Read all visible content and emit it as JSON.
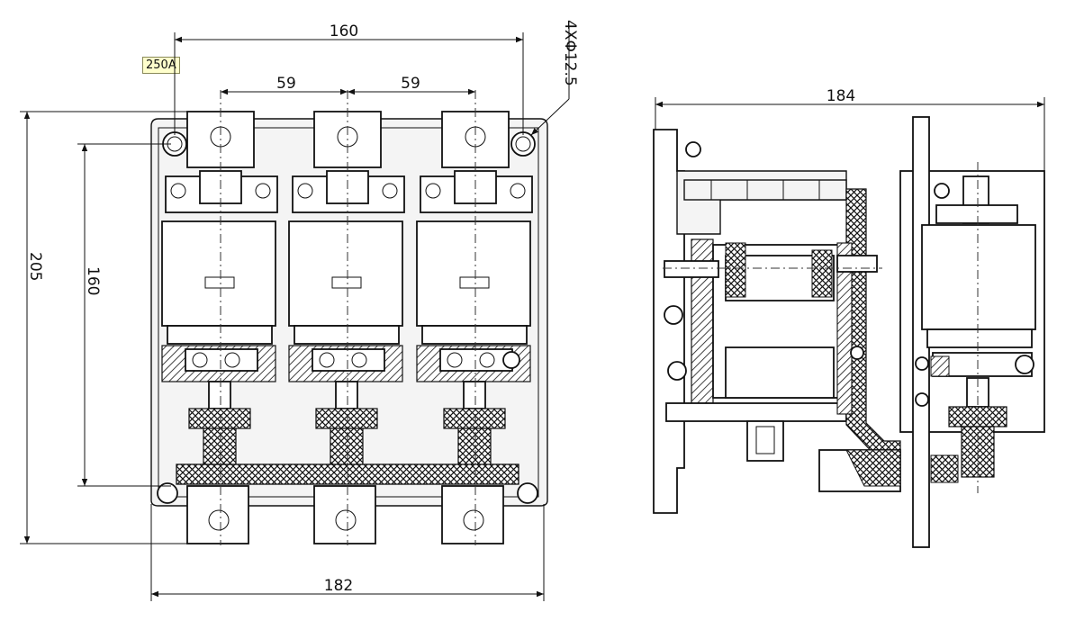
{
  "rating_label": "250A",
  "front_view": {
    "width_top": "160",
    "pitch_left": "59",
    "pitch_right": "59",
    "holes_note": "4XΦ12.5",
    "height_total": "205",
    "height_mount": "160",
    "width_bottom": "182"
  },
  "side_view": {
    "depth": "184"
  }
}
